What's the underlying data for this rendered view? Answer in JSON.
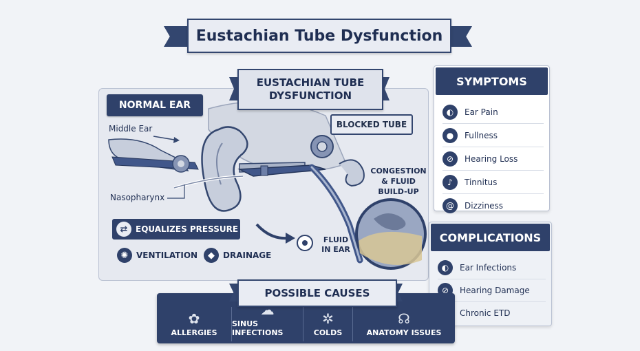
{
  "title": "Eustachian Tube Dysfunction",
  "diagram": {
    "title": "EUSTACHIAN TUBE DYSFUNCTION",
    "normal_ear_label": "NORMAL EAR",
    "middle_ear_label": "Middle Ear",
    "nasopharynx_label": "Nasopharynx",
    "blocked_tube_label": "BLOCKED TUBE",
    "congestion_label": "CONGESTION & FLUID BUILD-UP",
    "fluid_label": "FLUID IN EAR",
    "functions": {
      "equalizes": "EQUALIZES PRESSURE",
      "ventilation": "VENTILATION",
      "drainage": "DRAINAGE"
    }
  },
  "symptoms": {
    "title": "SYMPTOMS",
    "items": [
      {
        "label": "Ear Pain",
        "icon": "ear-icon"
      },
      {
        "label": "Fullness",
        "icon": "head-icon"
      },
      {
        "label": "Hearing Loss",
        "icon": "ear-slash-icon"
      },
      {
        "label": "Tinnitus",
        "icon": "sound-icon"
      },
      {
        "label": "Dizziness",
        "icon": "spiral-icon"
      }
    ]
  },
  "complications": {
    "title": "COMPLICATIONS",
    "items": [
      {
        "label": "Ear Infections",
        "icon": "ear-icon"
      },
      {
        "label": "Hearing Damage",
        "icon": "ear-slash-icon"
      },
      {
        "label": "Chronic ETD",
        "icon": "ear-icon"
      }
    ]
  },
  "causes": {
    "title": "POSSIBLE CAUSES",
    "items": [
      {
        "label": "ALLERGIES",
        "icon": "flower-icon"
      },
      {
        "label": "SINUS INFECTIONS",
        "icon": "nose-icon"
      },
      {
        "label": "COLDS",
        "icon": "germ-icon"
      },
      {
        "label": "ANATOMY ISSUES",
        "icon": "ear-anatomy-icon"
      }
    ]
  },
  "colors": {
    "navy": "#2f416a",
    "background": "#f1f3f7",
    "tube_blue": "#41578a"
  }
}
